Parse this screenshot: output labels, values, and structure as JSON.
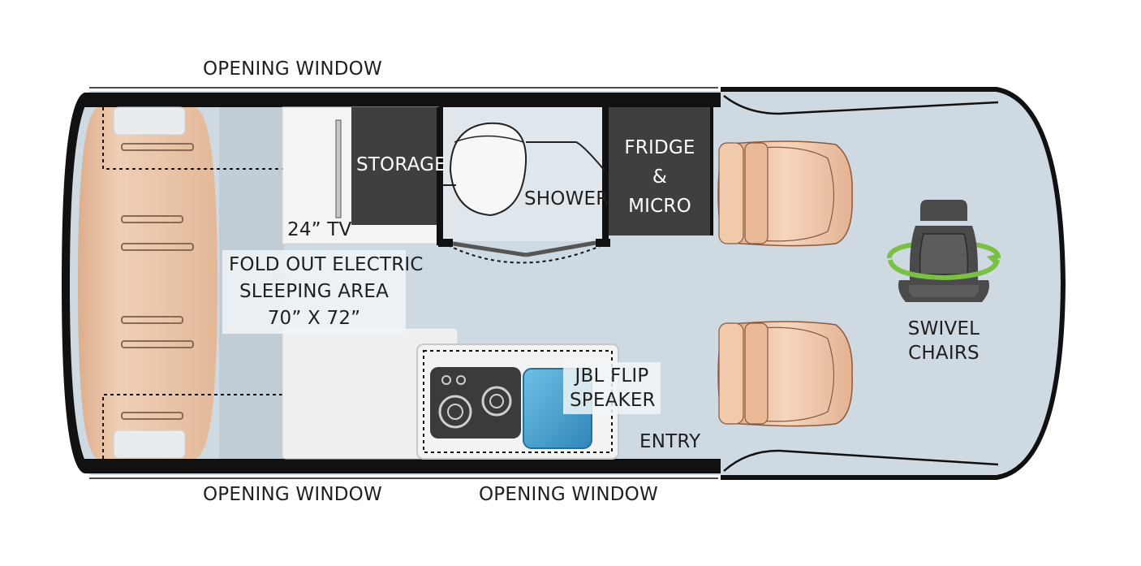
{
  "labels": {
    "window_top": "OPENING WINDOW",
    "window_bottom_left": "OPENING WINDOW",
    "window_bottom_right": "OPENING WINDOW",
    "storage": "STORAGE",
    "tv": "24” TV",
    "shower": "SHOWER",
    "fridge_line1": "FRIDGE",
    "fridge_line2": "&",
    "fridge_line3": "MICRO",
    "sleep_line1": "FOLD OUT ELECTRIC",
    "sleep_line2": "SLEEPING AREA",
    "sleep_line3": "70” X 72”",
    "speaker_line1": "JBL FLIP",
    "speaker_line2": "SPEAKER",
    "entry": "ENTRY",
    "swivel_line1": "SWIVEL",
    "swivel_line2": "CHAIRS"
  },
  "colors": {
    "floor": "#cfd9e2",
    "wall": "#111111",
    "bed": "#e8c3a6",
    "cabinet": "#f3f3f3",
    "storage": "#3f3f3f",
    "swivel_arrow": "#7ac143",
    "sink": "#4aa3d0"
  }
}
